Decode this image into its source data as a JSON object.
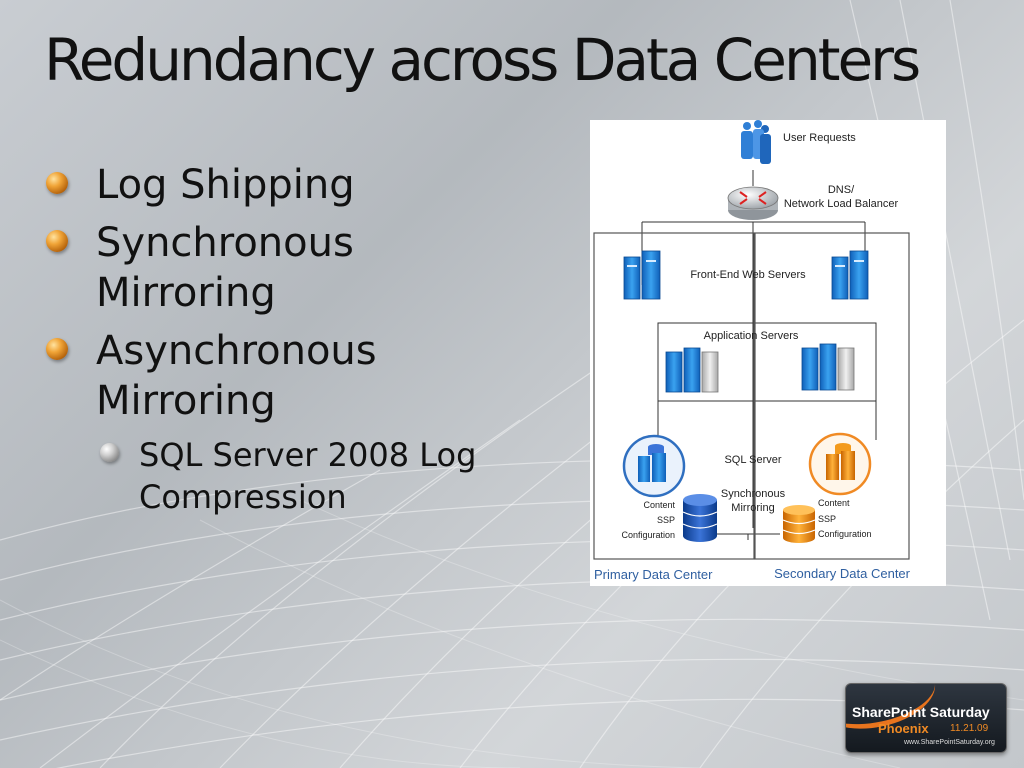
{
  "slide": {
    "title": "Redundancy across Data Centers",
    "bullets": [
      {
        "text": "Log Shipping",
        "sub": []
      },
      {
        "text": "Synchronous Mirroring",
        "sub": []
      },
      {
        "text": "Asynchronous Mirroring",
        "sub": [
          "SQL Server 2008 Log Compression"
        ]
      }
    ]
  },
  "diagram": {
    "user_requests": "User Requests",
    "dns_line1": "DNS/",
    "dns_line2": "Network Load Balancer",
    "front_end": "Front-End Web Servers",
    "app_servers": "Application Servers",
    "sql_server": "SQL Server",
    "mirroring_line1": "Synchronous",
    "mirroring_line2": "Mirroring",
    "db_primary": [
      "Content",
      "SSP",
      "Configuration"
    ],
    "db_secondary": [
      "Content",
      "SSP",
      "Configuration"
    ],
    "primary_dc": "Primary Data Center",
    "secondary_dc": "Secondary Data Center"
  },
  "badge": {
    "brand": "SharePoint Saturday",
    "city": "Phoenix",
    "date": "11.21.09",
    "url": "www.SharePointSaturday.org"
  },
  "colors": {
    "bullet_primary": "#f0a437",
    "bullet_secondary": "#b0b0b0",
    "server_blue": "#1e7fd8",
    "accent_orange": "#f08a24",
    "dc_label": "#2f5fa0"
  }
}
